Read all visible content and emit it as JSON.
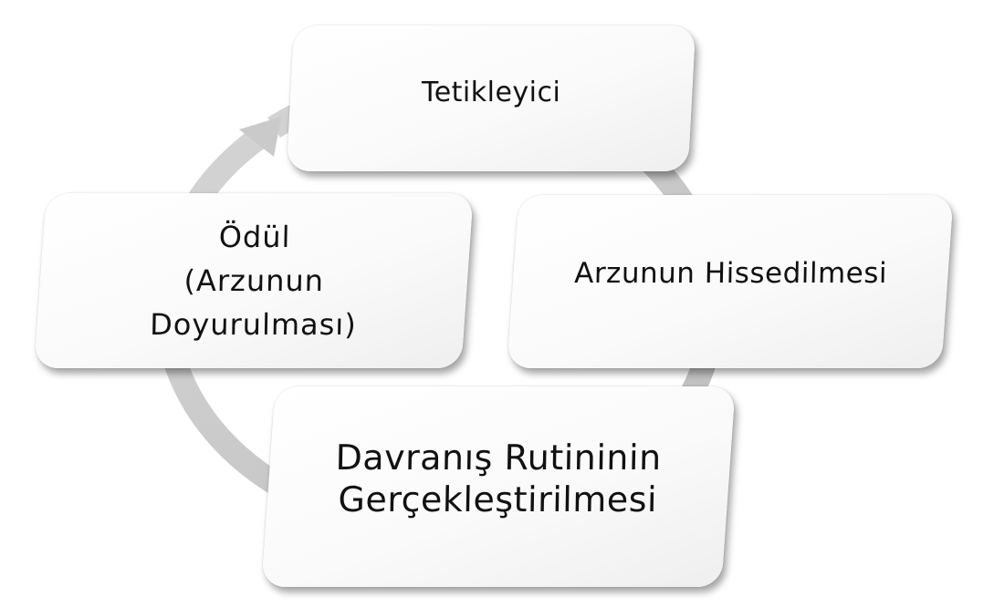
{
  "diagram": {
    "nodes": {
      "trigger": {
        "label": "Tetikleyici"
      },
      "craving": {
        "label": "Arzunun Hissedilmesi"
      },
      "routine": {
        "lines": [
          "Davranış Rutininin",
          "Gerçekleştirilmesi"
        ]
      },
      "reward": {
        "lines": [
          "Ödül",
          "(Arzunun",
          "Doyurulması)"
        ]
      }
    },
    "edges": [
      {
        "from": "trigger",
        "to": "craving"
      },
      {
        "from": "craving",
        "to": "routine"
      },
      {
        "from": "routine",
        "to": "reward"
      },
      {
        "from": "reward",
        "to": "trigger"
      }
    ],
    "cycle_color": "#c8c8c8"
  }
}
